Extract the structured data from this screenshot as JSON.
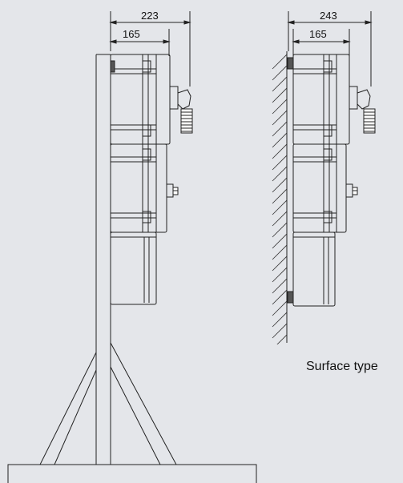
{
  "diagram": {
    "left_view": {
      "dim_outer": "223",
      "dim_inner": "165"
    },
    "right_view": {
      "dim_outer": "243",
      "dim_inner": "165"
    },
    "caption": "Surface type"
  }
}
